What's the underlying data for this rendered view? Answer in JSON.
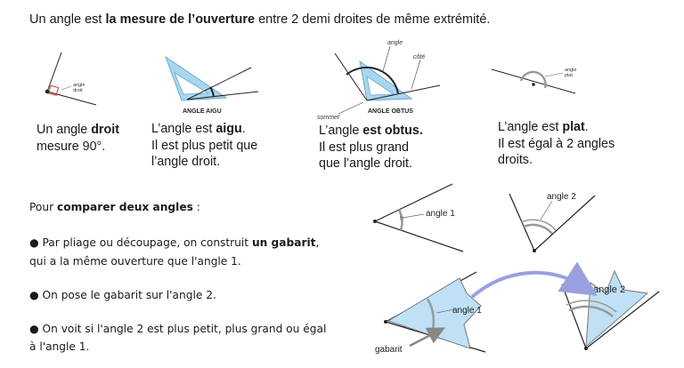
{
  "intro": {
    "pre": "Un angle est ",
    "bold": "la mesure de l’ouverture",
    "post": " entre 2 demi droites de même extrémité."
  },
  "figures": {
    "right": {
      "label_1": "angle",
      "label_2": "droit"
    },
    "acute": {
      "banner": "ANGLE AIGU"
    },
    "obtuse": {
      "banner": "ANGLE OBTUS",
      "label_angle": "angle",
      "label_side": "côté",
      "label_vertex": "sommet"
    },
    "flat": {
      "label_1": "angle",
      "label_2": "plat"
    }
  },
  "captions": {
    "right": {
      "l1_pre": "Un angle ",
      "l1_bold": "droit",
      "l2": "mesure 90°."
    },
    "acute": {
      "l1_pre": "L’angle est ",
      "l1_bold": "aigu",
      "l1_post": ".",
      "l2": "Il est plus petit que",
      "l3": "l’angle droit."
    },
    "obtuse": {
      "l1_pre": "L’angle ",
      "l1_bold": "est obtus.",
      "l2": "Il est plus grand",
      "l3": "que l’angle droit."
    },
    "flat": {
      "l1_pre": "L’angle est ",
      "l1_bold": "plat",
      "l1_post": ".",
      "l2": "Il est égal à 2 angles",
      "l3": "droits."
    }
  },
  "compare": {
    "title_pre": "Pour ",
    "title_bold": "comparer deux angles",
    "title_post": " :",
    "b1_l1_pre": "● Par pliage ou découpage, on construit ",
    "b1_l1_bold": "un gabarit",
    "b1_l1_post": ",",
    "b1_l2": "qui a la même ouverture que l'angle 1.",
    "b2": "● On pose le gabarit sur l'angle 2.",
    "b3_l1": "● On voit si l'angle 2 est plus petit, plus grand ou égal",
    "b3_l2": "à l'angle 1."
  },
  "comparison_figures": {
    "angle1": "angle 1",
    "angle2": "angle 2",
    "template": "gabarit"
  },
  "colors": {
    "template_fill": "#bfe0f5",
    "arrow": "#9a9fe0",
    "set_square": "#a9d6ee"
  }
}
